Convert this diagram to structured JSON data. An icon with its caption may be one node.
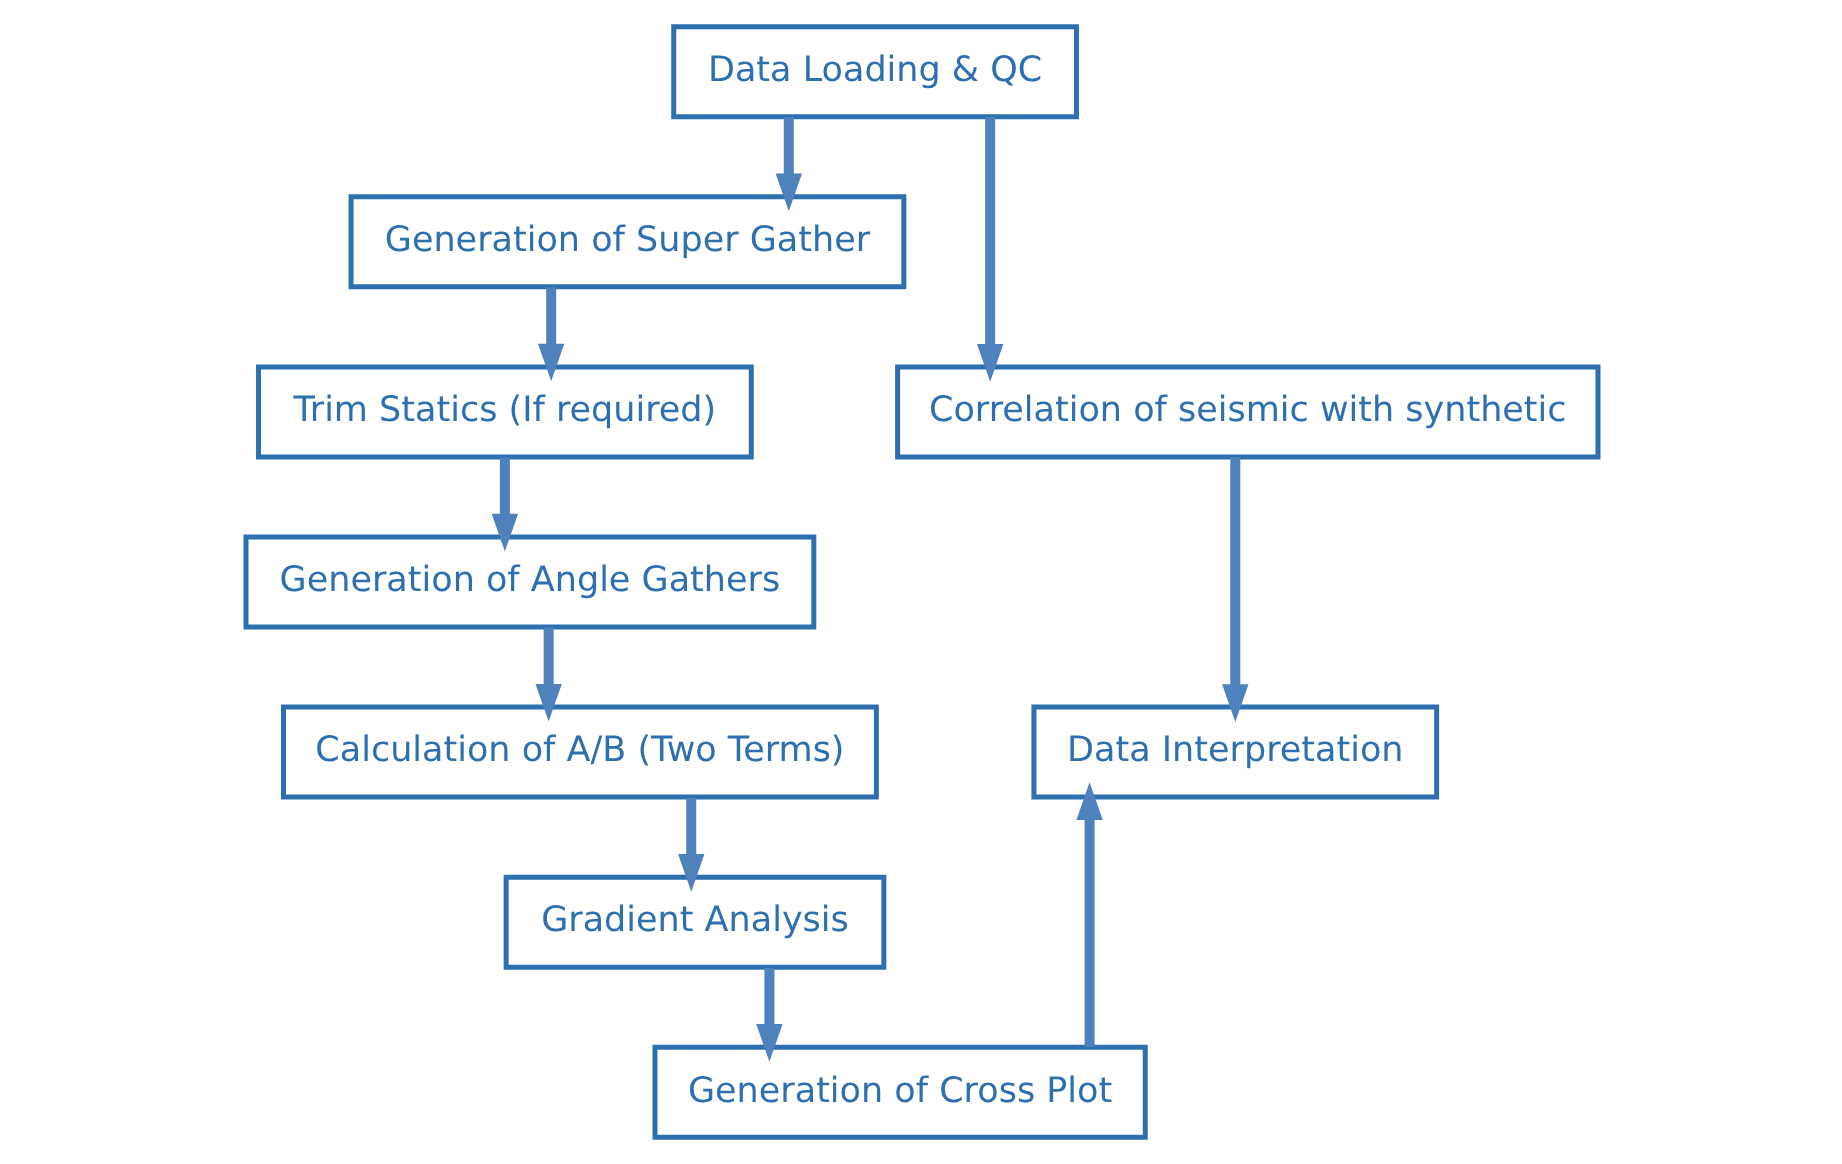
{
  "diagram": {
    "nodes": [
      {
        "text": [
          "Data Loading & QC"
        ]
      },
      {
        "text": [
          "Generation of Super Gather"
        ]
      },
      {
        "text": [
          "Trim Statics (If required)"
        ]
      },
      {
        "text": [
          "Generation of Angle Gathers"
        ]
      },
      {
        "text": [
          "Calculation of A/B (Two Terms)"
        ]
      },
      {
        "text": [
          "Gradient Analysis"
        ]
      },
      {
        "text": [
          "Generation of Cross Plot"
        ]
      },
      {
        "text": [
          "Correlation of seismic with synthetic"
        ]
      },
      {
        "text": [
          "Data Interpretation"
        ]
      }
    ],
    "edges": [
      {
        "from": 0,
        "to": 1,
        "arrow": "to"
      },
      {
        "from": 1,
        "to": 2,
        "arrow": "to"
      },
      {
        "from": 2,
        "to": 3,
        "arrow": "to"
      },
      {
        "from": 3,
        "to": 4,
        "arrow": "to"
      },
      {
        "from": 4,
        "to": 5,
        "arrow": "to"
      },
      {
        "from": 5,
        "to": 6,
        "arrow": "to"
      },
      {
        "from": 0,
        "to": 7,
        "arrow": "to"
      },
      {
        "from": 7,
        "to": 8,
        "arrow": "to"
      },
      {
        "from": 6,
        "to": 8,
        "arrow": "to"
      }
    ]
  }
}
